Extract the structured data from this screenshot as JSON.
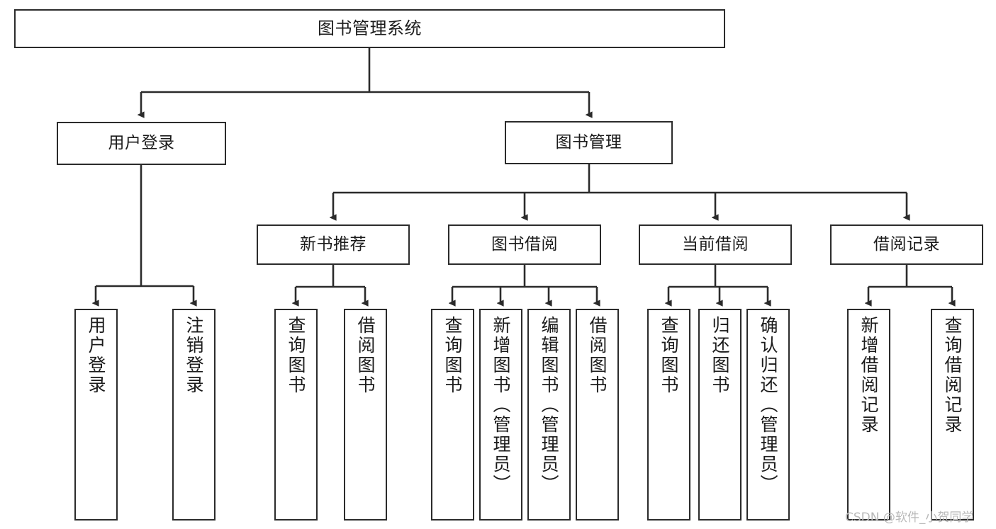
{
  "diagram": {
    "type": "tree-hierarchy-flowchart",
    "title": "图书管理系统",
    "orientation": "top-down",
    "line_color": "#2b2b2b",
    "box_fill": "#ffffff",
    "text_color": "#1b1b1b",
    "watermark": "CSDN @软件_小贺同学",
    "nodes": {
      "root": {
        "label": "图书管理系统"
      },
      "level2": [
        {
          "id": "user-login",
          "label": "用户登录"
        },
        {
          "id": "book-manage",
          "label": "图书管理"
        }
      ],
      "level3": [
        {
          "id": "new-book-recommend",
          "label": "新书推荐"
        },
        {
          "id": "book-borrow",
          "label": "图书借阅"
        },
        {
          "id": "current-borrow",
          "label": "当前借阅"
        },
        {
          "id": "borrow-record",
          "label": "借阅记录"
        }
      ],
      "leaves": {
        "user-login": [
          {
            "id": "leaf-user-login",
            "label": "用户登录"
          },
          {
            "id": "leaf-logout-login",
            "label": "注销登录"
          }
        ],
        "new-book-recommend": [
          {
            "id": "leaf-query-book-1",
            "label": "查询图书"
          },
          {
            "id": "leaf-borrow-book-1",
            "label": "借阅图书"
          }
        ],
        "book-borrow": [
          {
            "id": "leaf-query-book-2",
            "label": "查询图书"
          },
          {
            "id": "leaf-add-book",
            "label": "新增图书（管理员）"
          },
          {
            "id": "leaf-edit-book",
            "label": "编辑图书（管理员）"
          },
          {
            "id": "leaf-borrow-book-2",
            "label": "借阅图书"
          }
        ],
        "current-borrow": [
          {
            "id": "leaf-query-book-3",
            "label": "查询图书"
          },
          {
            "id": "leaf-return-book",
            "label": "归还图书"
          },
          {
            "id": "leaf-confirm-return",
            "label": "确认归还（管理员）"
          }
        ],
        "borrow-record": [
          {
            "id": "leaf-add-record",
            "label": "新增借阅记录"
          },
          {
            "id": "leaf-query-record",
            "label": "查询借阅记录"
          }
        ]
      }
    }
  }
}
